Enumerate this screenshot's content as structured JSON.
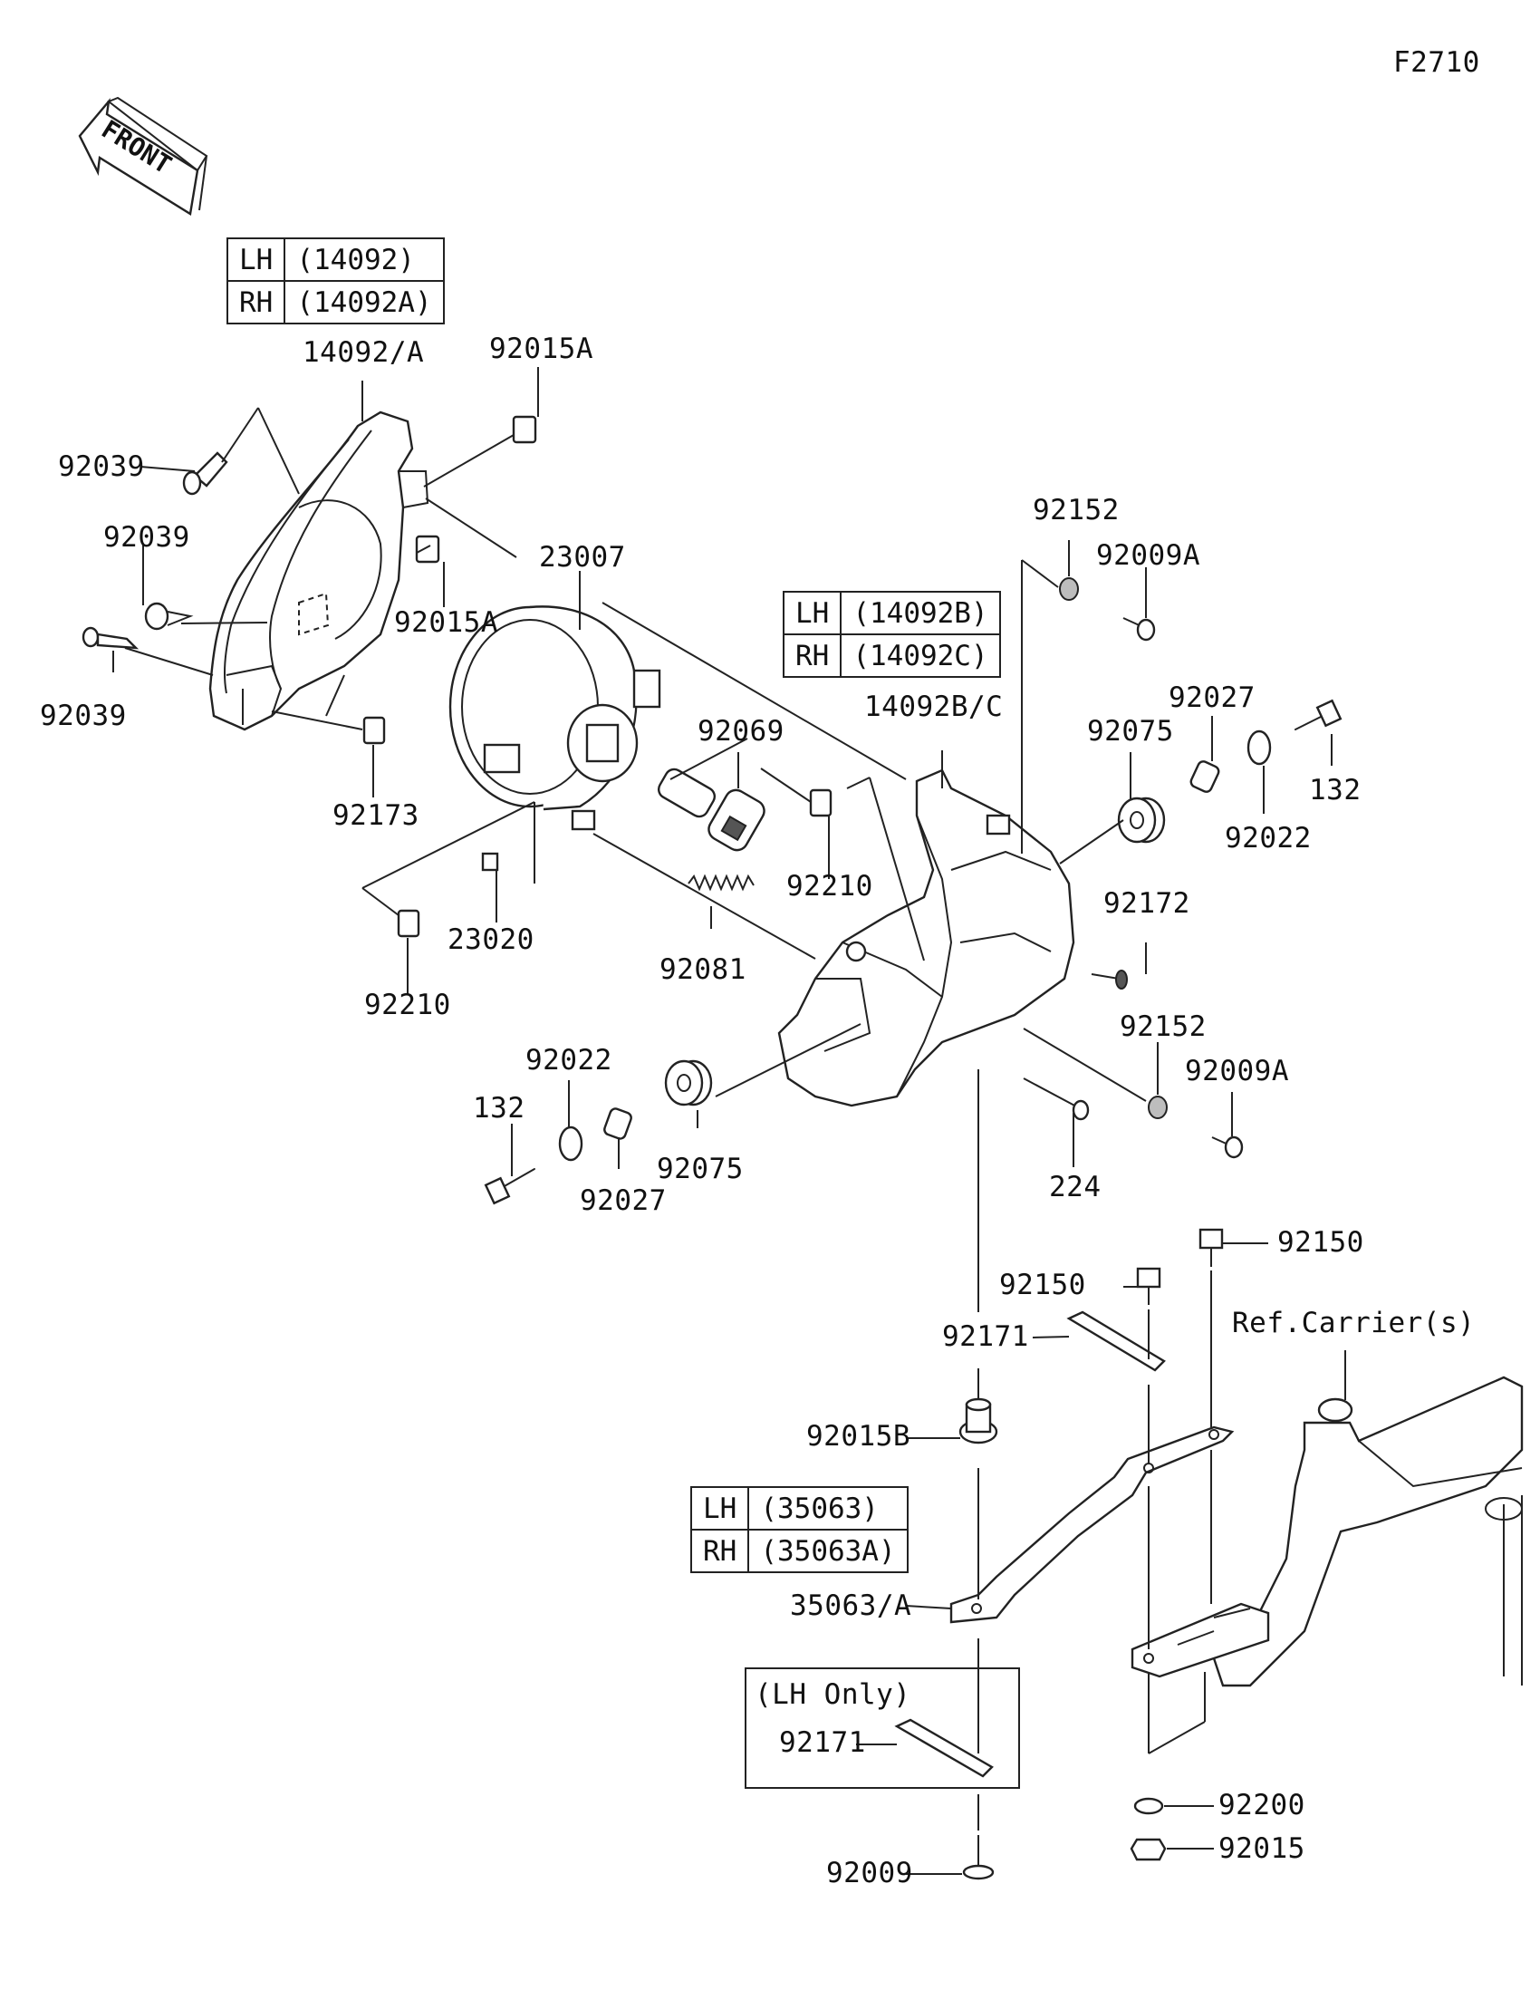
{
  "figure_id": "F2710",
  "front_label": "FRONT",
  "tables": [
    {
      "id": "headlight-housing-table",
      "rows": [
        {
          "side": "LH",
          "part": "(14092)"
        },
        {
          "side": "RH",
          "part": "(14092A)"
        }
      ]
    },
    {
      "id": "headlight-cover-table",
      "rows": [
        {
          "side": "LH",
          "part": "(14092B)"
        },
        {
          "side": "RH",
          "part": "(14092C)"
        }
      ]
    },
    {
      "id": "bracket-table",
      "rows": [
        {
          "side": "LH",
          "part": "(35063)"
        },
        {
          "side": "RH",
          "part": "(35063A)"
        }
      ]
    }
  ],
  "lh_only_note": "(LH Only)",
  "labels": [
    "14092/A",
    "92015A",
    "92039",
    "92039",
    "92015A",
    "23007",
    "92039",
    "92173",
    "92069",
    "14092B/C",
    "92152",
    "92009A",
    "92027",
    "92075",
    "132",
    "92022",
    "92210",
    "23020",
    "92210",
    "92081",
    "92172",
    "92022",
    "132",
    "92027",
    "92075",
    "92152",
    "92009A",
    "224",
    "92150",
    "92150",
    "92171",
    "Ref.Carrier(s)",
    "92015B",
    "35063/A",
    "92171",
    "92200",
    "92015",
    "92009"
  ]
}
